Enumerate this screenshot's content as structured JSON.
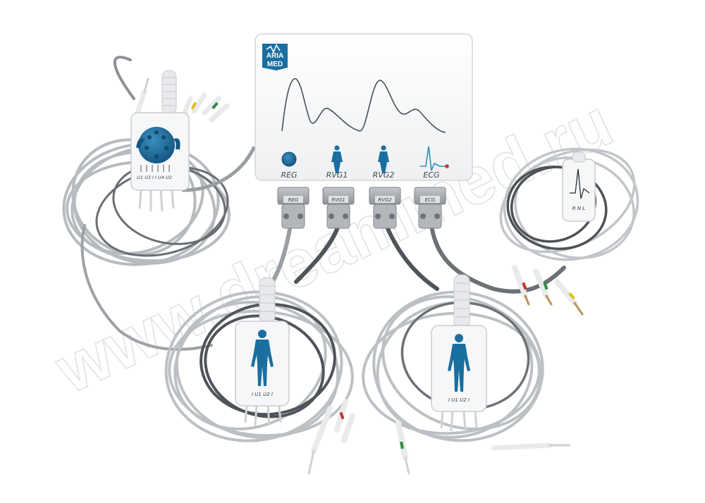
{
  "watermark": "www.dreammed.ru",
  "device": {
    "logo": {
      "line1": "ARIA",
      "line2": "MED"
    },
    "channels": [
      {
        "label": "REG",
        "icon": "head-icon"
      },
      {
        "label": "RVG1",
        "icon": "body-icon"
      },
      {
        "label": "RVG2",
        "icon": "body-icon"
      },
      {
        "label": "ECG",
        "icon": "ecg-wave-icon"
      }
    ],
    "connectors": [
      "REG",
      "RVG1",
      "RVG2",
      "ECG"
    ]
  },
  "cables": {
    "reg_box": {
      "pins": "U1 U3  I  I  U4 U2"
    },
    "rvg1_box": {
      "pins": "I   U1  U2   I"
    },
    "rvg2_box": {
      "pins": "I   U1  U2   I"
    },
    "ecg_box": {
      "pins": "R N L"
    }
  },
  "colors": {
    "device_body": "#f7f8f9",
    "brand_blue": "#1a6fa0",
    "cable_light": "#b9bdc1",
    "cable_dark": "#55595e",
    "connector": "#a9adb2"
  }
}
